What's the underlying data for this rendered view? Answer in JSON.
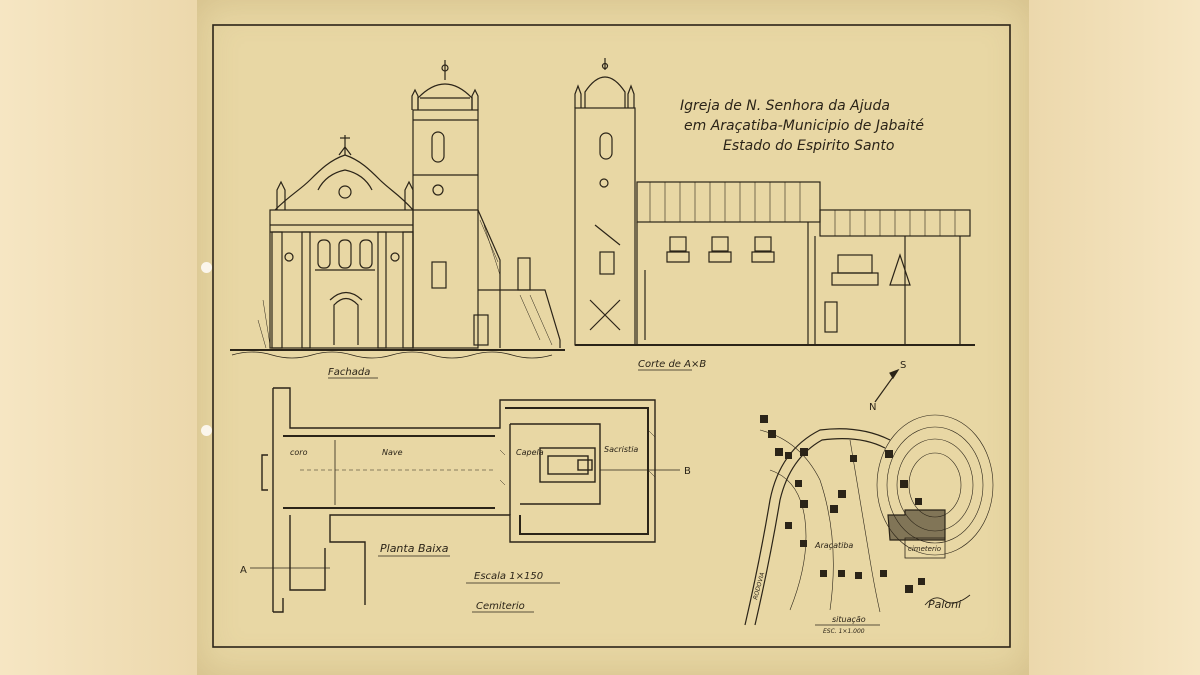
{
  "title": {
    "line1": "Igreja de N. Senhora da Ajuda",
    "line2": "em Araçatiba-Municipio de Jabaité",
    "line3": "Estado do Espirito Santo"
  },
  "labels": {
    "fachada": "Fachada",
    "corte": "Corte de A×B",
    "planta": "Planta Baixa",
    "escala": "Escala 1×150",
    "cemiterio_plan": "Cemiterio",
    "coro": "coro",
    "nave": "Nave",
    "capela": "Capela",
    "sacristia": "Sacristia",
    "point_a": "A",
    "point_b": "B",
    "aracatiba": "Araçatiba",
    "cemiterio_site": "cimeterio",
    "situacao": "situação",
    "situacao_scale": "ESC. 1×1.000",
    "north": "N",
    "south": "S",
    "road": "RODOVIA",
    "signature": "Paloni"
  },
  "colors": {
    "paper": "#e8d7a4",
    "ink": "#2b2418",
    "background": "#efdcb0"
  }
}
